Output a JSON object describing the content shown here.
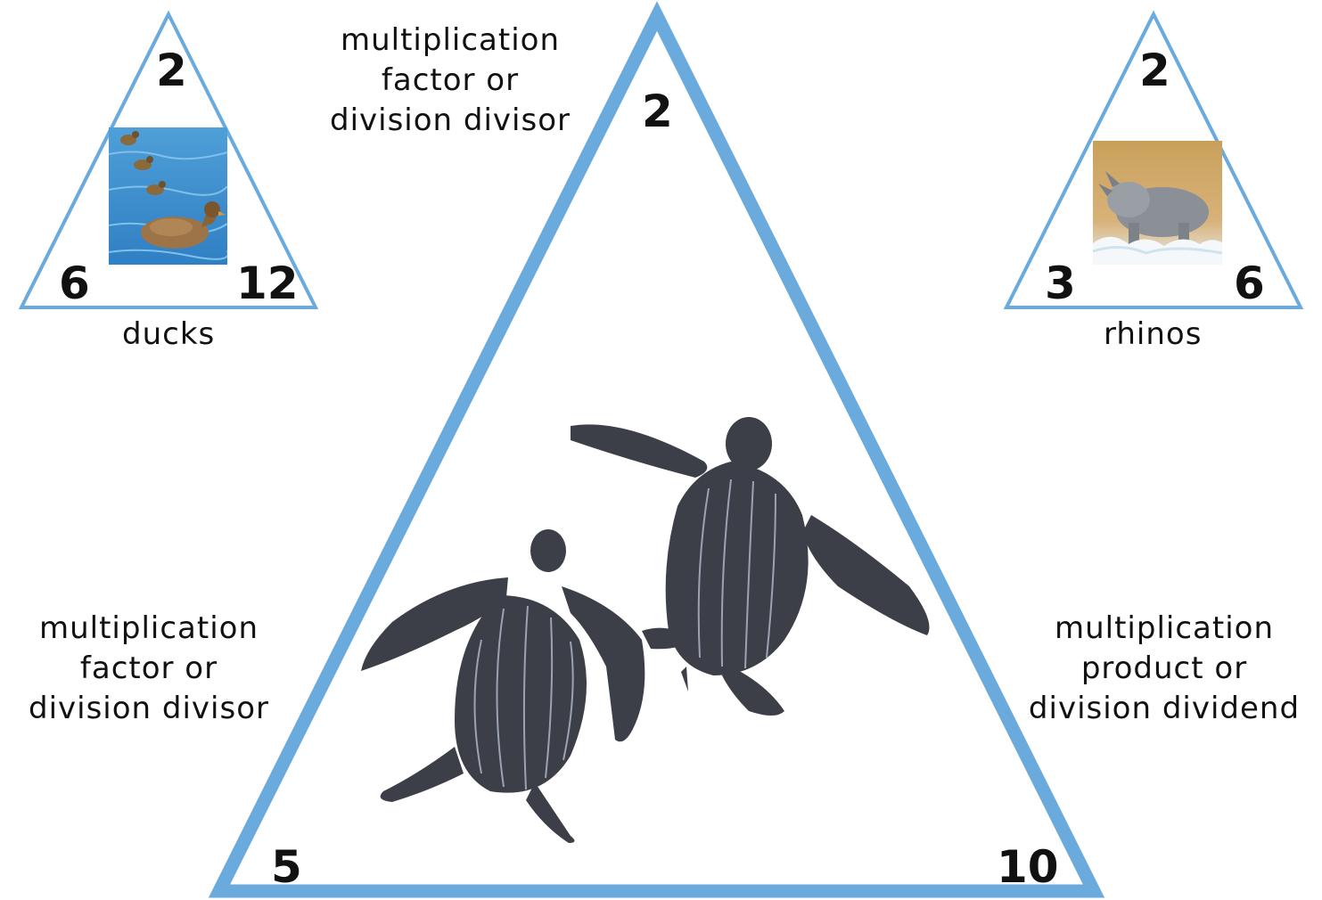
{
  "main_triangle": {
    "top_number": "2",
    "left_number": "5",
    "right_number": "10",
    "picture": "two-leatherback-turtles",
    "border_color": "#6AAADD"
  },
  "ducks_triangle": {
    "caption": "ducks",
    "top_number": "2",
    "left_number": "6",
    "right_number": "12",
    "picture": "duck-and-ducklings-on-water"
  },
  "rhinos_triangle": {
    "caption": "rhinos",
    "top_number": "2",
    "left_number": "3",
    "right_number": "6",
    "picture": "rhino-running-through-water"
  },
  "labels": {
    "top": [
      "multiplication",
      "factor or",
      "division divisor"
    ],
    "left": [
      "multiplication",
      "factor or",
      "division divisor"
    ],
    "right": [
      "multiplication",
      "product or",
      "division dividend"
    ]
  }
}
